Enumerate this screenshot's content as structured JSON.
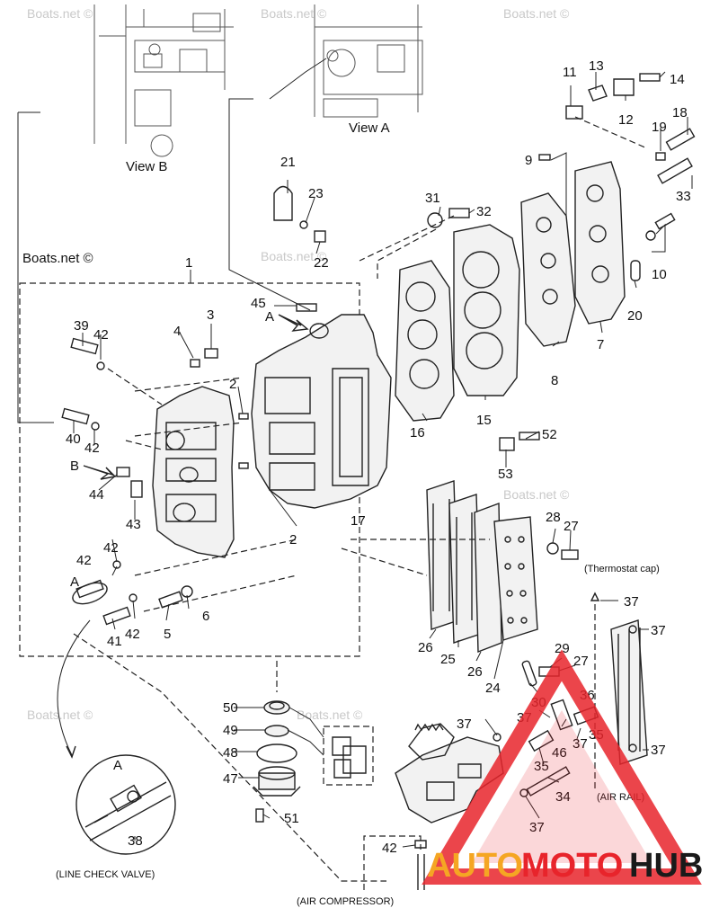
{
  "views": {
    "view_b": "View B",
    "view_a": "View A"
  },
  "captions": {
    "thermostat_cap": "(Thermostat cap)",
    "air_rail": "(AIR RAIL)",
    "line_check_valve": "(LINE CHECK VALVE)",
    "air_compressor": "(AIR COMPRESSOR)"
  },
  "arrow_labels": {
    "a_top": "A",
    "b_left": "B",
    "a_inset": "A",
    "a_lower": "A"
  },
  "watermark": "Boats.net ©",
  "logo": {
    "word_auto": "AUTO",
    "word_moto": "MOTO",
    "word_hub": "HUB",
    "accent_color": "#e8242b",
    "auto_color": "#f5a623",
    "hub_color": "#1a1a1a"
  },
  "callouts": {
    "c1": "1",
    "c2a": "2",
    "c2b": "2",
    "c3": "3",
    "c4": "4",
    "c5": "5",
    "c6": "6",
    "c7": "7",
    "c8": "8",
    "c9": "9",
    "c10": "10",
    "c11": "11",
    "c12": "12",
    "c13": "13",
    "c14": "14",
    "c15": "15",
    "c16": "16",
    "c17": "17",
    "c18": "18",
    "c19": "19",
    "c20": "20",
    "c21": "21",
    "c22": "22",
    "c23": "23",
    "c24": "24",
    "c25": "25",
    "c26a": "26",
    "c26b": "26",
    "c27a": "27",
    "c27b": "27",
    "c28": "28",
    "c29": "29",
    "c30": "30",
    "c31": "31",
    "c32": "32",
    "c33": "33",
    "c34": "34",
    "c35a": "35",
    "c35b": "35",
    "c36": "36",
    "c37a": "37",
    "c37b": "37",
    "c37c": "37",
    "c37d": "37",
    "c37e": "37",
    "c37f": "37",
    "c38": "38",
    "c39": "39",
    "c40": "40",
    "c41": "41",
    "c42a": "42",
    "c42b": "42",
    "c42c": "42",
    "c42d": "42",
    "c42e": "42",
    "c42f": "42",
    "c43": "43",
    "c44": "44",
    "c45": "45",
    "c46": "46",
    "c47": "47",
    "c48": "48",
    "c49": "49",
    "c50": "50",
    "c51": "51",
    "c52": "52",
    "c53": "53"
  }
}
